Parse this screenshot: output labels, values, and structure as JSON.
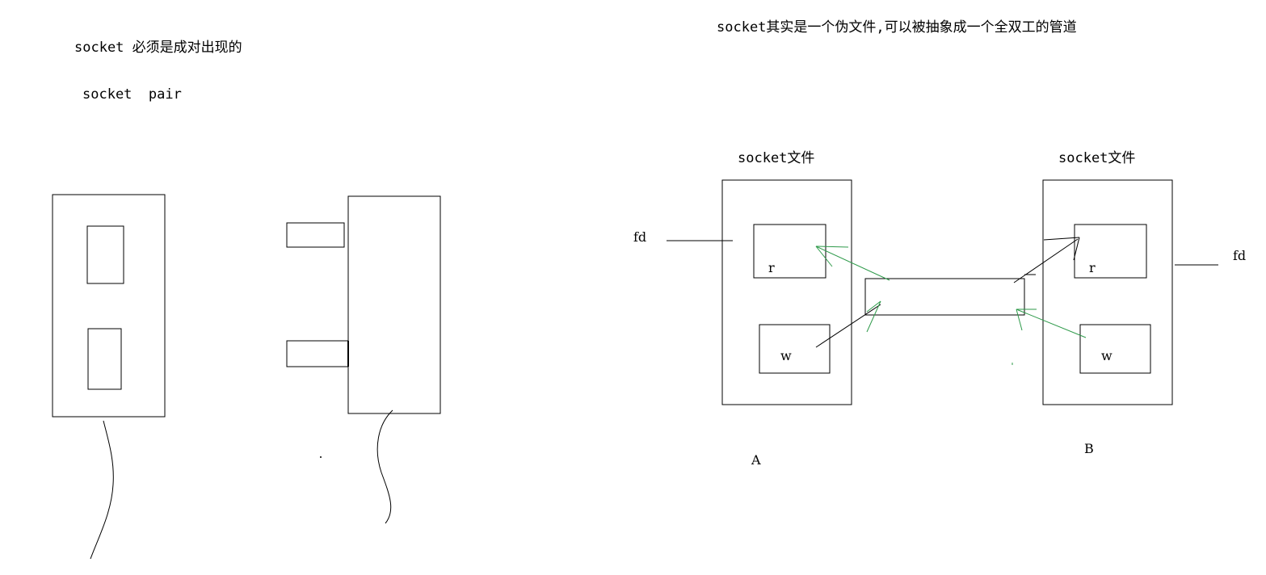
{
  "left": {
    "note_1": "socket 必须是成对出现的",
    "note_2": "socket  pair"
  },
  "right": {
    "title": "socket其实是一个伪文件,可以被抽象成一个全双工的管道",
    "socket_a": {
      "caption": "socket文件",
      "read_label": "r",
      "write_label": "w",
      "fd_label": "fd",
      "name": "A"
    },
    "socket_b": {
      "caption": "socket文件",
      "read_label": "r",
      "write_label": "w",
      "fd_label": "fd",
      "name": "B"
    }
  },
  "colors": {
    "stroke": "#000000",
    "flow_arrow": "#2e9a4a",
    "background": "#ffffff"
  }
}
